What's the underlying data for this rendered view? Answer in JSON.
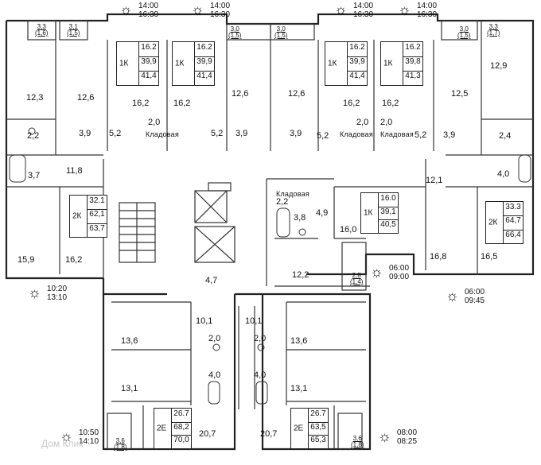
{
  "sun_marks": [
    {
      "id": "s1",
      "line1": "14:00",
      "line2": "16:30"
    },
    {
      "id": "s2",
      "line1": "14:00",
      "line2": "16:30"
    },
    {
      "id": "s3",
      "line1": "14:00",
      "line2": "16:30"
    },
    {
      "id": "s4",
      "line1": "14:00",
      "line2": "16:30"
    },
    {
      "id": "s5",
      "line1": "10:20",
      "line2": "13:10"
    },
    {
      "id": "s6",
      "line1": "06:00",
      "line2": "09:00"
    },
    {
      "id": "s7",
      "line1": "06:00",
      "line2": "09:45"
    },
    {
      "id": "s8",
      "line1": "10:50",
      "line2": "14:10"
    },
    {
      "id": "s9",
      "line1": "08:00",
      "line2": "08:25"
    }
  ],
  "apartments": [
    {
      "id": "a1",
      "type": "1К",
      "living": "16.2",
      "total": "39,9",
      "gross": "41,4"
    },
    {
      "id": "a2",
      "type": "1К",
      "living": "16.2",
      "total": "39,9",
      "gross": "41,4"
    },
    {
      "id": "a3",
      "type": "1К",
      "living": "16.2",
      "total": "39,9",
      "gross": "41,4"
    },
    {
      "id": "a4",
      "type": "1К",
      "living": "16.2",
      "total": "39,8",
      "gross": "41,3"
    },
    {
      "id": "a5",
      "type": "2К",
      "living": "32.1",
      "total": "62,1",
      "gross": "63,7"
    },
    {
      "id": "a6",
      "type": "1К",
      "living": "16.0",
      "total": "39,1",
      "gross": "40,5"
    },
    {
      "id": "a7",
      "type": "2К",
      "living": "33.3",
      "total": "64,7",
      "gross": "66,4"
    },
    {
      "id": "a8",
      "type": "2Е",
      "living": "26.7",
      "total": "68,2",
      "gross": "70,0"
    },
    {
      "id": "a9",
      "type": "2Е",
      "living": "26.7",
      "total": "63,5",
      "gross": "65,3"
    }
  ],
  "balconies": [
    {
      "id": "b1",
      "area": "3,3",
      "coef": "(1,6)"
    },
    {
      "id": "b2",
      "area": "3,1",
      "coef": "(1,5)"
    },
    {
      "id": "b3",
      "area": "3,0",
      "coef": "(1,5)"
    },
    {
      "id": "b4",
      "area": "3,0",
      "coef": "(1,5)"
    },
    {
      "id": "b5",
      "area": "3,0",
      "coef": "(1,5)"
    },
    {
      "id": "b6",
      "area": "3,3",
      "coef": "(1,7)"
    },
    {
      "id": "b7",
      "area": "2,8",
      "coef": "(1,4)"
    },
    {
      "id": "b8",
      "area": "3,6",
      "coef": "(1,8)"
    },
    {
      "id": "b9",
      "area": "3,6",
      "coef": "(1,8)"
    }
  ],
  "storage_label": "Кладовая",
  "room_areas": {
    "r01": "12,3",
    "r02": "12,6",
    "r03": "16,2",
    "r04": "16,2",
    "r05": "12,6",
    "r06": "12,6",
    "r07": "16,2",
    "r08": "16,2",
    "r09": "12,5",
    "r10": "12,9",
    "r11": "2,2",
    "r12": "3,9",
    "r13": "5,2",
    "r14": "2,0",
    "r15": "5,2",
    "r16": "3,9",
    "r17": "3,9",
    "r18": "5,2",
    "r19": "2,0",
    "r20": "2,0",
    "r21": "5,2",
    "r22": "3,9",
    "r23": "2,4",
    "r24": "3,7",
    "r25": "11,8",
    "r26": "12,1",
    "r27": "4,0",
    "r28": "2,2",
    "r29": "3,8",
    "r30": "4,9",
    "r31": "16,0",
    "r32": "15,9",
    "r33": "16,2",
    "r34": "16,8",
    "r35": "16,5",
    "r36": "12,2",
    "r37": "4,7",
    "r38": "10,1",
    "r39": "10,1",
    "r40": "13,6",
    "r41": "2,0",
    "r42": "2,0",
    "r43": "13,6",
    "r44": "4,0",
    "r45": "4,0",
    "r46": "13,1",
    "r47": "13,1",
    "r48": "20,7",
    "r49": "20,7"
  },
  "watermark": "Дом Клик"
}
